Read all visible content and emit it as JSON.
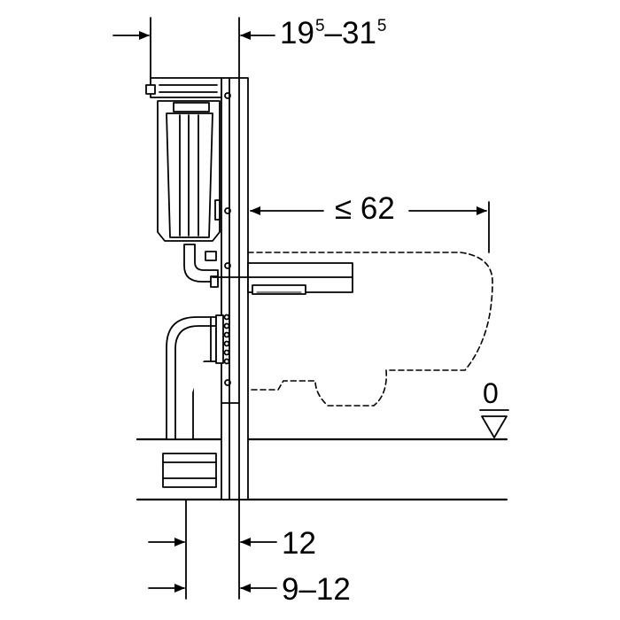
{
  "dimensions": {
    "frame_depth": {
      "base_1": "19",
      "sup_1": "5",
      "sep": "–",
      "base_2": "31",
      "sup_2": "5"
    },
    "bowl_depth": "≤ 62",
    "floor_level": "0",
    "wall_offset": "12",
    "finish_range": "9–12"
  }
}
